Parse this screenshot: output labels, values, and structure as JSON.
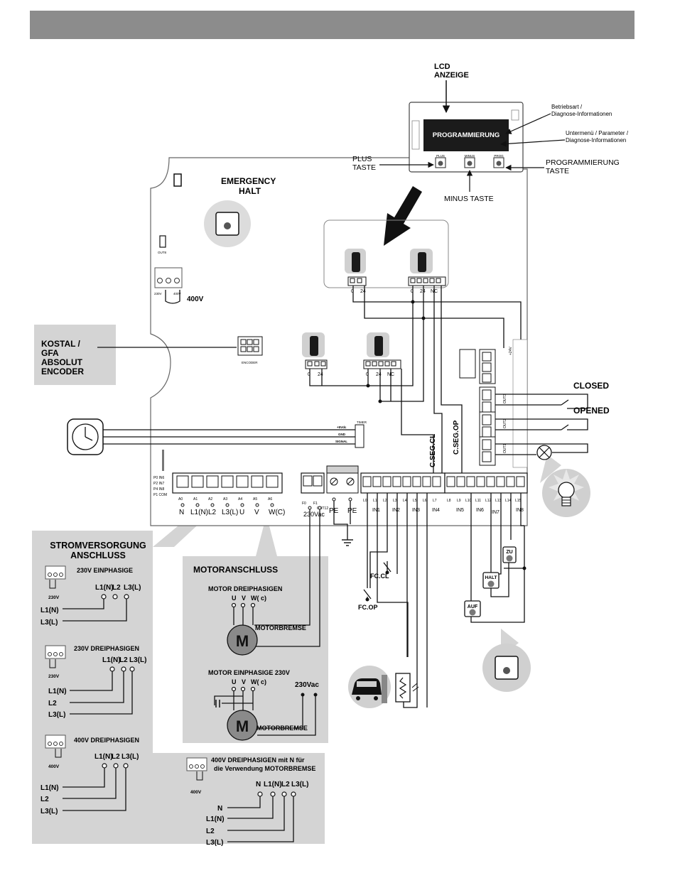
{
  "lcd": {
    "title_line1": "LCD",
    "title_line2": "ANZEIGE",
    "screen_text": "PROGRAMMIERUNG",
    "note1_line1": "Betriebsart /",
    "note1_line2": "Diagnose-Informationen",
    "note2_line1": "Untermenü / Parameter /",
    "note2_line2": "Diagnose-Informationen",
    "plus_line1": "PLUS",
    "plus_line2": "TASTE",
    "minus": "MINUS TASTE",
    "prog_line1": "PROGRAMMIERUNG",
    "prog_line2": "TASTE",
    "btn_plus": "PLUS",
    "btn_minus": "MINUS",
    "btn_prog": "PROG"
  },
  "emergency": {
    "line1": "EMERGENCY",
    "line2": "HALT"
  },
  "board": {
    "out8": "OUT8",
    "v230": "230V",
    "v400": "400V",
    "big_400": "400V",
    "encoder": "ENCODER",
    "timer": "TIMER",
    "v5": "+5Vdc",
    "gnd": "GND",
    "signal": "SIGNAL",
    "p0": "P0 IN6",
    "p2": "P2 IN7",
    "p4": "P4 IN8",
    "p1": "P1 COM"
  },
  "kostal": {
    "l1": "KOSTAL /",
    "l2": "GFA",
    "l3": "ABSOLUT",
    "l4": "ENCODER"
  },
  "sensor_terms": {
    "t0": "0",
    "t24": "24",
    "tnc": "NC"
  },
  "power_terms": {
    "codes": [
      "A0",
      "A1",
      "A2",
      "A3",
      "A4",
      "A5",
      "A6"
    ],
    "labels": [
      "N",
      "L1(N)",
      "L2",
      "L3(L)",
      "U",
      "V",
      "W(C)"
    ]
  },
  "motor_terms": {
    "f0": "F0",
    "f1": "F1",
    "out12": "OUT12",
    "vac": "230Vac",
    "pe": "PE"
  },
  "input_terms": {
    "codes": [
      "L0",
      "L1",
      "L2",
      "L3",
      "L4",
      "L5",
      "L6",
      "L7",
      "L8",
      "L9",
      "L10",
      "L11",
      "L12",
      "L13",
      "L14",
      "L15"
    ],
    "groups": [
      "IN1",
      "IN2",
      "IN3",
      "IN4",
      "IN5",
      "IN6",
      "IN7",
      "IN8"
    ]
  },
  "cseg": {
    "cl": "C.SEG.CL",
    "op": "C.SEG.OP"
  },
  "relays": {
    "closed": "CLOSED",
    "opened": "OPENED",
    "v24": "+24V",
    "out3": "OUT3",
    "out2": "OUT2",
    "out1": "OUT1"
  },
  "switches": {
    "fccl": "FC.CL",
    "fcop": "FC.OP",
    "zu": "ZU",
    "halt": "HALT",
    "auf": "AUF"
  },
  "strom": {
    "title1": "STROMVERSORGUNG",
    "title2": "ANSCHLUSS",
    "s1": "230V EINPHASIGE",
    "s2": "230V DREIPHASIGEN",
    "s3": "400V DREIPHASIGEN",
    "s4_line1": "400V DREIPHASIGEN mit N für",
    "s4_line2": "die Verwendung MOTORBREMSE",
    "v230": "230V",
    "v400": "400V",
    "l1n": "L1(N)",
    "l2": "L2",
    "l3l": "L3(L)",
    "n": "N"
  },
  "motor": {
    "title": "MOTORANSCHLUSS",
    "m1": "MOTOR DREIPHASIGEN",
    "m2": "MOTOR  EINPHASIGE 230V",
    "u": "U",
    "v": "V",
    "w": "W( c)",
    "brake": "MOTORBREMSE",
    "vac": "230Vac",
    "m": "M"
  }
}
